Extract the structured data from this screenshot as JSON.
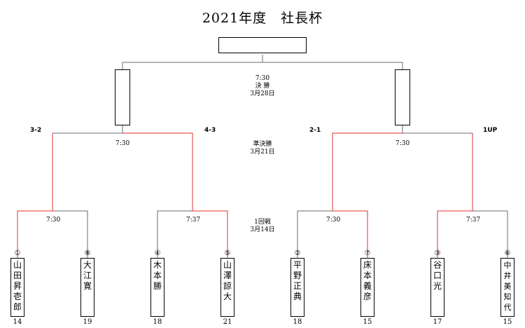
{
  "title": "2021年度　社長杯",
  "rounds": {
    "final": {
      "time": "7:30",
      "name": "決 勝",
      "date": "3月28日"
    },
    "semi": {
      "name": "準決勝",
      "date": "3月21日"
    },
    "r1": {
      "name": "1回戦",
      "date": "3月14日"
    }
  },
  "matches": {
    "final": {
      "time": "7:30"
    },
    "semi_left": {
      "time": "7:30"
    },
    "semi_right": {
      "time": "7:30"
    },
    "r1_1": {
      "time": "7:30"
    },
    "r1_2": {
      "time": "7:37"
    },
    "r1_3": {
      "time": "7:30"
    },
    "r1_4": {
      "time": "7:37"
    }
  },
  "scores": {
    "s1": "3-2",
    "s2": "4-3",
    "s3": "2-1",
    "s4": "1UP"
  },
  "players": [
    {
      "seed": "①",
      "name": "山田昇壱郎",
      "number": "14"
    },
    {
      "seed": "⑧",
      "name": "大江　寛",
      "number": "19"
    },
    {
      "seed": "④",
      "name": "木本　勝",
      "number": "18"
    },
    {
      "seed": "⑤",
      "name": "山澤諒大",
      "number": "21"
    },
    {
      "seed": "②",
      "name": "平野正典",
      "number": "18"
    },
    {
      "seed": "⑦",
      "name": "床本義彦",
      "number": "15"
    },
    {
      "seed": "③",
      "name": "谷口　光",
      "number": "17"
    },
    {
      "seed": "⑥",
      "name": "中井美知代",
      "number": "15"
    }
  ],
  "colors": {
    "line": "#6b6b6b",
    "winner": "#e03030"
  }
}
